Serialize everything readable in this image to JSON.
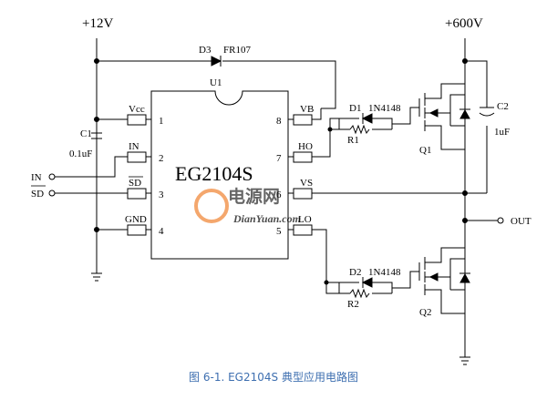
{
  "rails": {
    "vcc": "+12V",
    "hv": "+600V"
  },
  "ic": {
    "ref": "U1",
    "part": "EG2104S",
    "pins_left": [
      {
        "num": "1",
        "name": "Vcc"
      },
      {
        "num": "2",
        "name": "IN"
      },
      {
        "num": "3",
        "name": "SD"
      },
      {
        "num": "4",
        "name": "GND"
      }
    ],
    "pins_right": [
      {
        "num": "8",
        "name": "VB"
      },
      {
        "num": "7",
        "name": "HO"
      },
      {
        "num": "6",
        "name": "VS"
      },
      {
        "num": "5",
        "name": "LO"
      }
    ]
  },
  "components": {
    "d3_ref": "D3",
    "d3_val": "FR107",
    "c1_ref": "C1",
    "c1_val": "0.1uF",
    "c2_ref": "C2",
    "c2_val": "1uF",
    "d1_ref": "D1",
    "d1_val": "1N4148",
    "r1_ref": "R1",
    "d2_ref": "D2",
    "d2_val": "1N4148",
    "r2_ref": "R2",
    "q1_ref": "Q1",
    "q2_ref": "Q2"
  },
  "ports": {
    "in": "IN",
    "sd": "SD",
    "out": "OUT"
  },
  "watermark": {
    "cn": "电源网",
    "url": "DianYuan.com"
  },
  "caption": "图 6-1. EG2104S 典型应用电路图"
}
